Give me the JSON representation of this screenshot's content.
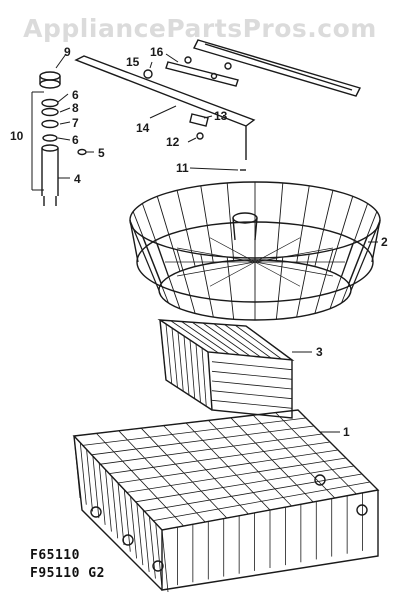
{
  "watermark": "AppliancePartsPros.com",
  "model_codes": [
    "F65110",
    "F95110 G2"
  ],
  "callouts": [
    "1",
    "2",
    "3",
    "4",
    "5",
    "6",
    "6",
    "7",
    "8",
    "9",
    "10",
    "11",
    "12",
    "13",
    "14",
    "15",
    "16"
  ],
  "colors": {
    "ink": "#1a1a1a",
    "watermark": "#bebebe"
  }
}
